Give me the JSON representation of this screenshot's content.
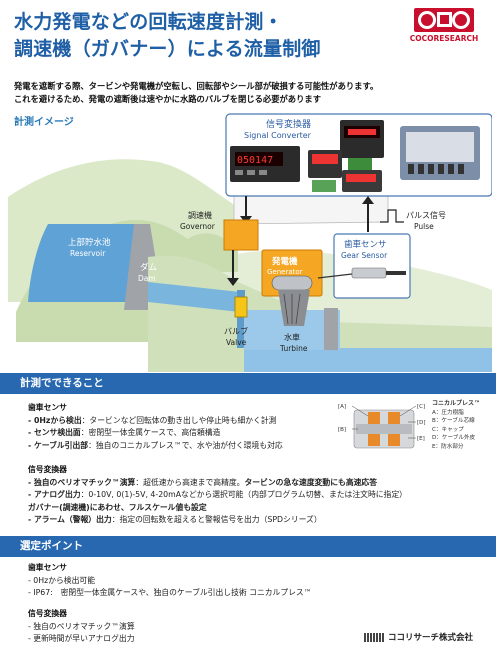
{
  "title": {
    "line1": "水力発電などの回転速度計測・",
    "line2": "調速機（ガバナー）による流量制御"
  },
  "logo": {
    "text": "COCORESEARCH"
  },
  "intro": {
    "line1": "発電を遮断する際、タービンや発電機が空転し、回転部やシール部が破損する可能性があります。",
    "line2": "これを避けるため、発電の遮断後は速やかに水路のバルブを閉じる必要があります"
  },
  "image_section": {
    "label": "計測イメージ"
  },
  "diagram": {
    "signal_converter_jp": "信号変換器",
    "signal_converter_en": "Signal Converter",
    "display_value": "050147",
    "governor_jp": "調速機",
    "governor_en": "Governor",
    "reservoir_jp": "上部貯水池",
    "reservoir_en": "Reservoir",
    "dam_jp": "ダム",
    "dam_en": "Dam",
    "generator_jp": "発電機",
    "generator_en": "Generator",
    "gear_sensor_jp": "歯車センサ",
    "gear_sensor_en": "Gear Sensor",
    "pulse_jp": "パルス信号",
    "pulse_en": "Pulse",
    "valve_jp": "バルブ",
    "valve_en": "Valve",
    "turbine_jp": "水車",
    "turbine_en": "Turbine"
  },
  "measure_section": {
    "heading": "計測でできること",
    "gear_title": "歯車センサ",
    "gear_items": [
      {
        "bold": "- 0Hzから検出",
        "text": "：タービンなど回転体の動き出しや停止時も細かく計測"
      },
      {
        "bold": "- センサ検出面",
        "text": "：密閉型一体金属ケースで、高信頼構造"
      },
      {
        "bold": "- ケーブル引出部",
        "text": "：独自のコニカルプレス™で、水や油が付く環境も対応"
      }
    ],
    "conv_title": "信号変換器",
    "conv_items": [
      {
        "bold": "- 独自のペリオマチック™演算",
        "text": "：超低速から高速まで高精度。",
        "bold2": "タービンの急な速度変動にも高速応答"
      },
      {
        "bold": "- アナログ出力",
        "text": "：0-10V, 0(1)-5V, 4-20mAなどから選択可能（内部プログラム切替、または注文時に指定）"
      },
      {
        "bold": "  ガバナー(調速機)にあわせ、フルスケール値も設定",
        "text": ""
      },
      {
        "bold": "- アラーム（警報）出力",
        "text": "：指定の回転数を超えると警報信号を出力（SPDシリーズ）"
      }
    ],
    "legend_title": "コニカルプレス™",
    "legend_items": [
      "A：圧力樹脂",
      "B：ケーブル芯線",
      "C：キャップ",
      "D：ケーブル外皮",
      "E：防水部分"
    ],
    "legend_tags": [
      "[A]",
      "[B]",
      "[C]",
      "[D]",
      "[E]"
    ]
  },
  "select_section": {
    "heading": "選定ポイント",
    "gear_title": "歯車センサ",
    "gear_items": [
      "- 0Hzから検出可能",
      "- IP67:　密閉型一体金属ケースや、独自のケーブル引出し技術 コニカルプレス™"
    ],
    "conv_title": "信号変換器",
    "conv_items": [
      "- 独自のペリオマチック™演算",
      "- 更新時間が早いアナログ出力"
    ]
  },
  "footer": {
    "company": "ココリサーチ株式会社"
  }
}
